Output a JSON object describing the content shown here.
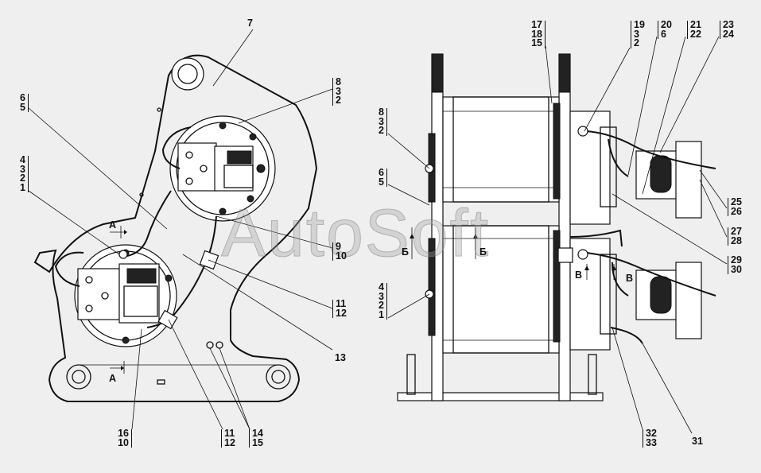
{
  "watermark": "AutoSoft",
  "labels": {
    "l7": "7",
    "l13": "13",
    "l31": "31",
    "sec_a_top": "A",
    "sec_a_bot": "A",
    "sec_b_left": "Б",
    "sec_b_right": "Б",
    "sec_v_left": "В",
    "sec_v_right": "В"
  },
  "stacks": {
    "s_8_3_2_left": [
      "8",
      "3",
      "2"
    ],
    "s_6_5_left": [
      "6",
      "5"
    ],
    "s_4_3_2_1_left": [
      "4",
      "3",
      "2",
      "1"
    ],
    "s_9_10": [
      "9",
      "10"
    ],
    "s_11_12_mid": [
      "11",
      "12"
    ],
    "s_16_10": [
      "16",
      "10"
    ],
    "s_11_12_bot": [
      "11",
      "12"
    ],
    "s_14_15": [
      "14",
      "15"
    ],
    "s_8_3_2_right": [
      "8",
      "3",
      "2"
    ],
    "s_6_5_right": [
      "6",
      "5"
    ],
    "s_4_3_2_1_right": [
      "4",
      "3",
      "2",
      "1"
    ],
    "s_17_18_15": [
      "17",
      "18",
      "15"
    ],
    "s_19_3_2": [
      "19",
      "3",
      "2"
    ],
    "s_20_6": [
      "20",
      "6"
    ],
    "s_21_22": [
      "21",
      "22"
    ],
    "s_23_24": [
      "23",
      "24"
    ],
    "s_25_26": [
      "25",
      "26"
    ],
    "s_27_28": [
      "27",
      "28"
    ],
    "s_29_30": [
      "29",
      "30"
    ],
    "s_32_33": [
      "32",
      "33"
    ]
  }
}
